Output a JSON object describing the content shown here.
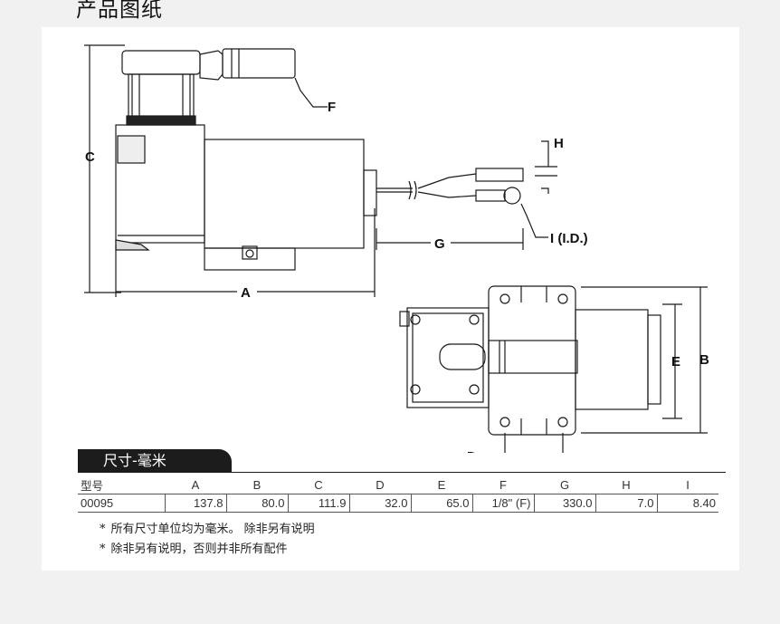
{
  "page": {
    "title": "产品图纸"
  },
  "drawing": {
    "labels": {
      "A": "A",
      "B": "B",
      "C": "C",
      "D": "D",
      "E": "E",
      "F": "F",
      "G": "G",
      "H": "H",
      "I": "I (I.D.)"
    }
  },
  "dimensions": {
    "tab_label": "尺寸-毫米",
    "headers": [
      "型号",
      "A",
      "B",
      "C",
      "D",
      "E",
      "F",
      "G",
      "H",
      "I"
    ],
    "rows": [
      [
        "00095",
        "137.8",
        "80.0",
        "111.9",
        "32.0",
        "65.0",
        "1/8\" (F)",
        "330.0",
        "7.0",
        "8.40"
      ]
    ]
  },
  "notes": [
    "所有尺寸单位均为毫米。 除非另有说明",
    "除非另有说明，否则并非所有配件"
  ],
  "note_marker": "*"
}
